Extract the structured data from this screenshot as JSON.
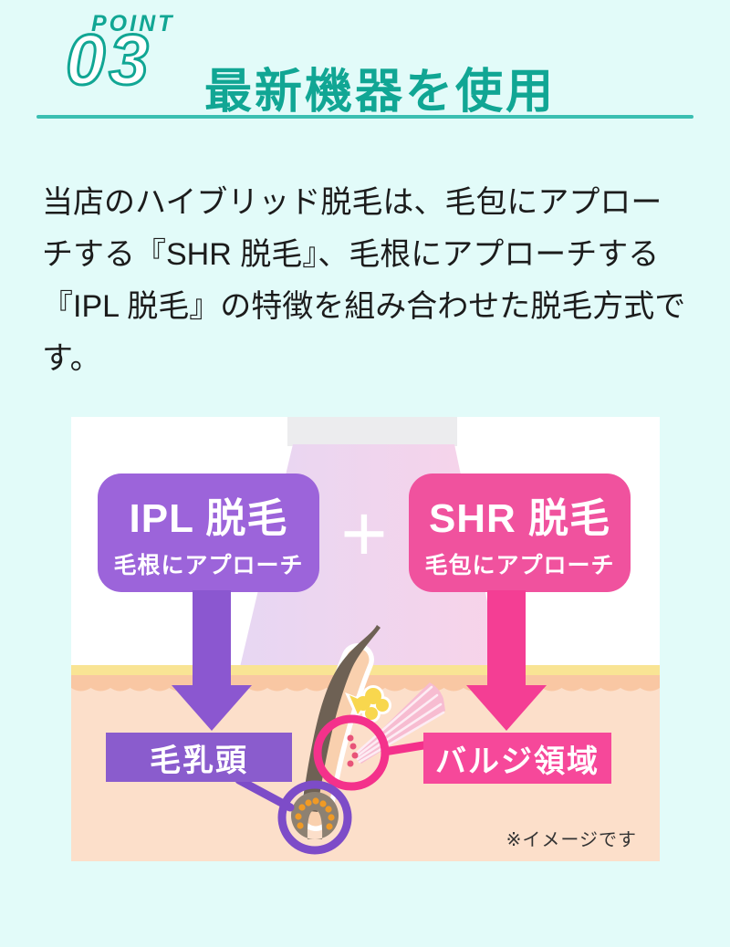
{
  "page": {
    "background": "#e2fbf9"
  },
  "header": {
    "eyebrow": "POINT",
    "number": "03",
    "title": "最新機器を使用",
    "accent_color": "#11a694",
    "divider_color": "#3bbfb2"
  },
  "intro": {
    "text": "当店のハイブリッド脱毛は、毛包にアプローチする『SHR 脱毛』、毛根にアプローチする『IPL 脱毛』の特徴を組み合わせた脱毛方式です。"
  },
  "diagram": {
    "ipl_box": {
      "title": "IPL 脱毛",
      "subtitle": "毛根にアプローチ",
      "color": "#9c64da"
    },
    "shr_box": {
      "title": "SHR 脱毛",
      "subtitle": "毛包にアプローチ",
      "color": "#f0529e"
    },
    "plus_sign": "+",
    "papilla_label": "毛乳頭",
    "bulge_label": "バルジ領域",
    "note": "※イメージです",
    "colors": {
      "purple_arrow": "#8b57d0",
      "pink_arrow": "#f43e94",
      "purple_label_bg": "#8a5ccd",
      "pink_label_bg": "#f6489a",
      "purple_circle": "#7d4cc8",
      "pink_circle": "#f4318b",
      "skin_surface_yellow": "#f9e494",
      "epidermis": "#f9c7a3",
      "dermis": "#fcdfca",
      "beam_left": "#e7d7f3",
      "beam_right": "#f8d3e9",
      "device_head": "#ececee",
      "hair": "#6e6154",
      "bulb": "#8d8172",
      "gland_yellow": "#f8d74e",
      "muscle_pink": "#f7bcd1"
    }
  }
}
